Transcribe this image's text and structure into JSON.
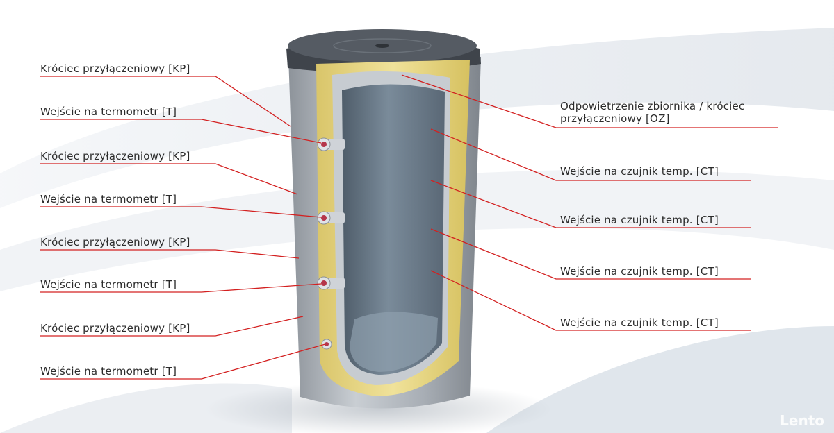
{
  "colors": {
    "leader_line": "#d32020",
    "insulation": "#e8d98a",
    "casing": "#a7adb4",
    "tank_inner": "#6e7e8d",
    "lid": "#4a4f56"
  },
  "labels_left": [
    {
      "id": "kp-1",
      "text": "Króciec przyłączeniowy [KP]"
    },
    {
      "id": "t-1",
      "text": "Wejście na termometr [T]"
    },
    {
      "id": "kp-2",
      "text": "Króciec przyłączeniowy [KP]"
    },
    {
      "id": "t-2",
      "text": "Wejście na termometr [T]"
    },
    {
      "id": "kp-3",
      "text": "Króciec przyłączeniowy [KP]"
    },
    {
      "id": "t-3",
      "text": "Wejście na termometr [T]"
    },
    {
      "id": "kp-4",
      "text": "Króciec przyłączeniowy [KP]"
    },
    {
      "id": "t-4",
      "text": "Wejście na termometr [T]"
    }
  ],
  "labels_right": [
    {
      "id": "oz",
      "text": "Odpowietrzenie zbiornika / króciec przyłączeniowy [OZ]"
    },
    {
      "id": "ct-1",
      "text": "Wejście na czujnik temp. [CT]"
    },
    {
      "id": "ct-2",
      "text": "Wejście na czujnik temp. [CT]"
    },
    {
      "id": "ct-3",
      "text": "Wejście na czujnik temp. [CT]"
    },
    {
      "id": "ct-4",
      "text": "Wejście na czujnik temp. [CT]"
    }
  ],
  "watermark": "Lento"
}
